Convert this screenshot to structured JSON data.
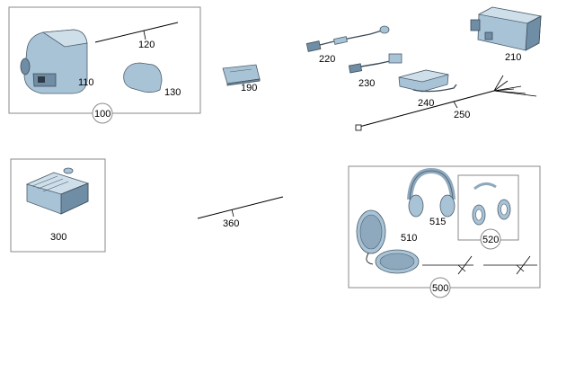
{
  "parts": {
    "p100": "100",
    "p110": "110",
    "p120": "120",
    "p130": "130",
    "p190": "190",
    "p210": "210",
    "p220": "220",
    "p230": "230",
    "p240": "240",
    "p250": "250",
    "p300": "300",
    "p360": "360",
    "p500": "500",
    "p510": "510",
    "p515": "515",
    "p520": "520"
  }
}
